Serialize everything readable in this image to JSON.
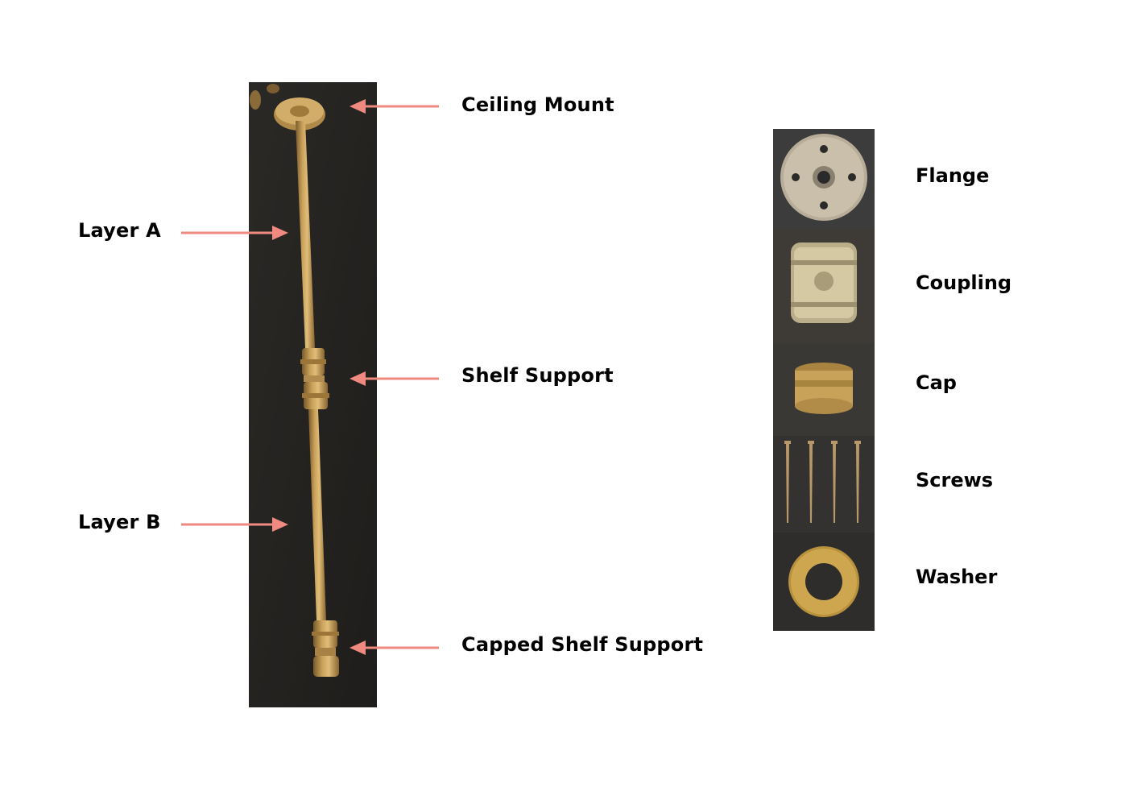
{
  "diagram": {
    "arrow_color": "#f08a80",
    "rod_labels": {
      "ceiling_mount": "Ceiling Mount",
      "layer_a": "Layer A",
      "shelf_support": "Shelf Support",
      "layer_b": "Layer B",
      "capped_shelf_support": "Capped Shelf Support"
    },
    "parts": [
      {
        "label": "Flange",
        "icon": "flange-icon"
      },
      {
        "label": "Coupling",
        "icon": "coupling-icon"
      },
      {
        "label": "Cap",
        "icon": "cap-icon"
      },
      {
        "label": "Screws",
        "icon": "screws-icon"
      },
      {
        "label": "Washer",
        "icon": "washer-icon"
      }
    ]
  }
}
